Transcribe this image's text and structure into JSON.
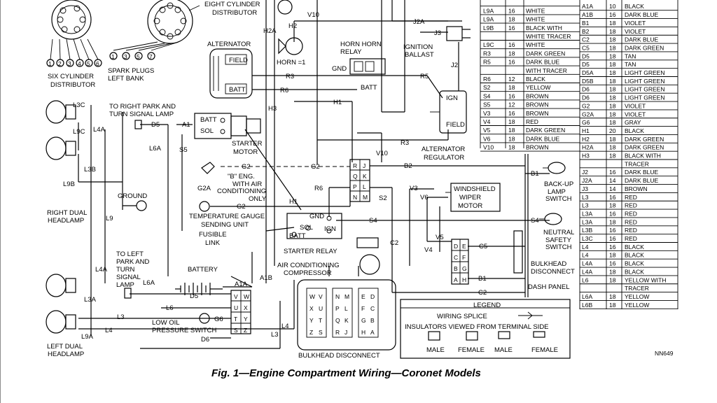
{
  "caption": "Fig. 1—Engine Compartment Wiring—Coronet Models",
  "figure_code": "NN649",
  "distributor_terminals_six": [
    "1",
    "2",
    "3",
    "4",
    "5",
    "6"
  ],
  "spark_plug_numbers": [
    "1",
    "3",
    "5",
    "7"
  ],
  "labels": [
    {
      "id": "eight-cyl",
      "text": "EIGHT CYLINDER"
    },
    {
      "id": "eight-cyl-2",
      "text": "DISTRIBUTOR"
    },
    {
      "id": "six-cyl",
      "text": "SIX CYLINDER"
    },
    {
      "id": "six-cyl-2",
      "text": "DISTRIBUTOR"
    },
    {
      "id": "spark-1",
      "text": "SPARK PLUGS"
    },
    {
      "id": "spark-2",
      "text": "LEFT BANK"
    },
    {
      "id": "alternator",
      "text": "ALTERNATOR"
    },
    {
      "id": "field",
      "text": "FIELD"
    },
    {
      "id": "batt-alt",
      "text": "BATT"
    },
    {
      "id": "h2a",
      "text": "H2A"
    },
    {
      "id": "h2",
      "text": "H2"
    },
    {
      "id": "v10-top",
      "text": "V10"
    },
    {
      "id": "horn-eq1",
      "text": "HORN =1"
    },
    {
      "id": "horn-relay-1",
      "text": "HORN  HORN"
    },
    {
      "id": "horn-relay-2",
      "text": "RELAY"
    },
    {
      "id": "gnd-relay",
      "text": "GND"
    },
    {
      "id": "batt-relay",
      "text": "BATT"
    },
    {
      "id": "r3-top",
      "text": "R3"
    },
    {
      "id": "r6-top",
      "text": "R6"
    },
    {
      "id": "h1-top",
      "text": "H1"
    },
    {
      "id": "h3",
      "text": "H3"
    },
    {
      "id": "j2a",
      "text": "J2A"
    },
    {
      "id": "j3",
      "text": "J3"
    },
    {
      "id": "j2",
      "text": "J2"
    },
    {
      "id": "ign-ballast-1",
      "text": "IGNITION"
    },
    {
      "id": "ign-ballast-2",
      "text": "BALLAST"
    },
    {
      "id": "r5",
      "text": "R5"
    },
    {
      "id": "ign",
      "text": "IGN"
    },
    {
      "id": "field-reg",
      "text": "FIELD"
    },
    {
      "id": "alt-reg-1",
      "text": "ALTERNATOR"
    },
    {
      "id": "alt-reg-2",
      "text": "REGULATOR"
    },
    {
      "id": "r3-mid",
      "text": "R3"
    },
    {
      "id": "v10-mid",
      "text": "V10"
    },
    {
      "id": "to-right-park-1",
      "text": "TO RIGHT PARK AND"
    },
    {
      "id": "to-right-park-2",
      "text": "TURN SIGNAL LAMP"
    },
    {
      "id": "l3c",
      "text": "L3C"
    },
    {
      "id": "l9c",
      "text": "L9C"
    },
    {
      "id": "l4a-top",
      "text": "L4A"
    },
    {
      "id": "l3b",
      "text": "L3B"
    },
    {
      "id": "l9b",
      "text": "L9B"
    },
    {
      "id": "d5-top",
      "text": "D5"
    },
    {
      "id": "a1-top",
      "text": "A1"
    },
    {
      "id": "l6a-top",
      "text": "L6A"
    },
    {
      "id": "s5",
      "text": "S5"
    },
    {
      "id": "batt-start",
      "text": "BATT"
    },
    {
      "id": "sol-start",
      "text": "SOL"
    },
    {
      "id": "starter-1",
      "text": "STARTER"
    },
    {
      "id": "starter-2",
      "text": "MOTOR"
    },
    {
      "id": "g2-dash",
      "text": "G2"
    },
    {
      "id": "g2-mid",
      "text": "G2"
    },
    {
      "id": "b2",
      "text": "B2"
    },
    {
      "id": "b-eng-1",
      "text": "\"B\" ENG."
    },
    {
      "id": "b-eng-2",
      "text": "WITH AIR"
    },
    {
      "id": "b-eng-3",
      "text": "CONDITIONING"
    },
    {
      "id": "b-eng-4",
      "text": "ONLY"
    },
    {
      "id": "g2a",
      "text": "G2A"
    },
    {
      "id": "g2-low",
      "text": "G2"
    },
    {
      "id": "r6-mid",
      "text": "R6"
    },
    {
      "id": "s2",
      "text": "S2"
    },
    {
      "id": "ground",
      "text": "GROUND"
    },
    {
      "id": "right-dual-1",
      "text": "RIGHT DUAL"
    },
    {
      "id": "right-dual-2",
      "text": "HEADLAMP"
    },
    {
      "id": "l9",
      "text": "L9"
    },
    {
      "id": "temp-1",
      "text": "TEMPERATURE GAUGE"
    },
    {
      "id": "temp-2",
      "text": "SENDING UNIT"
    },
    {
      "id": "fusible-1",
      "text": "FUSIBLE"
    },
    {
      "id": "fusible-2",
      "text": "LINK"
    },
    {
      "id": "h1-mid",
      "text": "H1"
    },
    {
      "id": "gnd-sr",
      "text": "GND"
    },
    {
      "id": "sol-sr",
      "text": "SOL"
    },
    {
      "id": "ign-sr",
      "text": "IGN"
    },
    {
      "id": "batt-sr",
      "text": "BATT"
    },
    {
      "id": "s4-mid",
      "text": "S4"
    },
    {
      "id": "starter-relay",
      "text": "STARTER RELAY"
    },
    {
      "id": "ac-1",
      "text": "AIR CONDITIONING"
    },
    {
      "id": "ac-2",
      "text": "COMPRESSOR"
    },
    {
      "id": "c2-mid",
      "text": "C2"
    },
    {
      "id": "to-left-1",
      "text": "TO LEFT"
    },
    {
      "id": "to-left-2",
      "text": "PARK AND"
    },
    {
      "id": "to-left-3",
      "text": "TURN"
    },
    {
      "id": "to-left-4",
      "text": "SIGNAL"
    },
    {
      "id": "to-left-5",
      "text": "LAMP"
    },
    {
      "id": "l4a-low",
      "text": "L4A"
    },
    {
      "id": "l6a-low",
      "text": "L6A"
    },
    {
      "id": "battery",
      "text": "BATTERY"
    },
    {
      "id": "a1a",
      "text": "A1A"
    },
    {
      "id": "a1b",
      "text": "A1B"
    },
    {
      "id": "d5-low",
      "text": "D5"
    },
    {
      "id": "l6",
      "text": "L6"
    },
    {
      "id": "l3a",
      "text": "L3A"
    },
    {
      "id": "l3",
      "text": "L3"
    },
    {
      "id": "l9a",
      "text": "L9A"
    },
    {
      "id": "l4",
      "text": "L4"
    },
    {
      "id": "g6",
      "text": "G6"
    },
    {
      "id": "l4-low",
      "text": "L4"
    },
    {
      "id": "l3-low",
      "text": "L3"
    },
    {
      "id": "low-oil-1",
      "text": "LOW OIL"
    },
    {
      "id": "low-oil-2",
      "text": "PRESSURE SWITCH"
    },
    {
      "id": "d6",
      "text": "D6"
    },
    {
      "id": "left-dual-1",
      "text": "LEFT DUAL"
    },
    {
      "id": "left-dual-2",
      "text": "HEADLAMP"
    },
    {
      "id": "bulkhead-disc",
      "text": "BULKHEAD DISCONNECT"
    },
    {
      "id": "v3",
      "text": "V3"
    },
    {
      "id": "v6",
      "text": "V6"
    },
    {
      "id": "wiper-1",
      "text": "WINDSHIELD"
    },
    {
      "id": "wiper-2",
      "text": "WIPER"
    },
    {
      "id": "wiper-3",
      "text": "MOTOR"
    },
    {
      "id": "v5",
      "text": "V5"
    },
    {
      "id": "v4",
      "text": "V4"
    },
    {
      "id": "c5",
      "text": "C5"
    },
    {
      "id": "b1-low",
      "text": "B1"
    },
    {
      "id": "c2-low",
      "text": "C2"
    },
    {
      "id": "b1-top",
      "text": "B1"
    },
    {
      "id": "s4-right",
      "text": "S4"
    },
    {
      "id": "backup-1",
      "text": "BACK-UP"
    },
    {
      "id": "backup-2",
      "text": "LAMP"
    },
    {
      "id": "backup-3",
      "text": "SWITCH"
    },
    {
      "id": "neutral-1",
      "text": "NEUTRAL"
    },
    {
      "id": "neutral-2",
      "text": "SAFETY"
    },
    {
      "id": "neutral-3",
      "text": "SWITCH"
    },
    {
      "id": "bulkhead-r1",
      "text": "BULKHEAD"
    },
    {
      "id": "bulkhead-r2",
      "text": "DISCONNECT"
    },
    {
      "id": "dash-panel",
      "text": "DASH PANEL"
    },
    {
      "id": "legend-title",
      "text": "LEGEND"
    },
    {
      "id": "legend-splice",
      "text": "WIRING SPLICE"
    },
    {
      "id": "legend-insul",
      "text": "INSULATORS VIEWED FROM TERMINAL SIDE"
    },
    {
      "id": "legend-male-1",
      "text": "MALE"
    },
    {
      "id": "legend-female-1",
      "text": "FEMALE"
    },
    {
      "id": "legend-male-2",
      "text": "MALE"
    },
    {
      "id": "legend-female-2",
      "text": "FEMALE"
    }
  ],
  "connector_cells": {
    "upper_bulkhead": [
      "R",
      "J",
      "Q",
      "K",
      "P",
      "L",
      "N",
      "M"
    ],
    "lower_left_bulkhead": [
      "V",
      "W",
      "U",
      "X",
      "T",
      "Y",
      "S",
      "Z"
    ],
    "right_bulkhead": [
      "D",
      "E",
      "C",
      "F",
      "B",
      "G",
      "A",
      "H"
    ],
    "detail_block_1": [
      "W",
      "V",
      "X",
      "U",
      "Y",
      "T",
      "Z",
      "S"
    ],
    "detail_block_2": [
      "N",
      "M",
      "P",
      "L",
      "Q",
      "K",
      "R",
      "J"
    ],
    "detail_block_3": [
      "E",
      "D",
      "F",
      "C",
      "G",
      "B",
      "H",
      "A"
    ]
  },
  "wire_table_left": [
    {
      "wire": "",
      "gauge": "",
      "color": ""
    },
    {
      "wire": "L9A",
      "gauge": "16",
      "color": "WHITE"
    },
    {
      "wire": "L9A",
      "gauge": "18",
      "color": "WHITE"
    },
    {
      "wire": "L9B",
      "gauge": "16",
      "color": "BLACK WITH"
    },
    {
      "wire": "",
      "gauge": "",
      "color": "WHITE TRACER"
    },
    {
      "wire": "L9C",
      "gauge": "16",
      "color": "WHITE"
    },
    {
      "wire": "R3",
      "gauge": "18",
      "color": "DARK GREEN"
    },
    {
      "wire": "R5",
      "gauge": "16",
      "color": "DARK BLUE"
    },
    {
      "wire": "",
      "gauge": "",
      "color": "WITH TRACER"
    },
    {
      "wire": "R6",
      "gauge": "12",
      "color": "BLACK"
    },
    {
      "wire": "S2",
      "gauge": "18",
      "color": "YELLOW"
    },
    {
      "wire": "S4",
      "gauge": "16",
      "color": "BROWN"
    },
    {
      "wire": "S5",
      "gauge": "12",
      "color": "BROWN"
    },
    {
      "wire": "V3",
      "gauge": "16",
      "color": "BROWN"
    },
    {
      "wire": "V4",
      "gauge": "18",
      "color": "RED"
    },
    {
      "wire": "V5",
      "gauge": "18",
      "color": "DARK GREEN"
    },
    {
      "wire": "V6",
      "gauge": "18",
      "color": "DARK BLUE"
    },
    {
      "wire": "V10",
      "gauge": "18",
      "color": "BROWN"
    }
  ],
  "wire_table_right": [
    {
      "wire": "A1A",
      "gauge": "10",
      "color": "BLACK"
    },
    {
      "wire": "A1B",
      "gauge": "16",
      "color": "DARK BLUE"
    },
    {
      "wire": "B1",
      "gauge": "18",
      "color": "VIOLET"
    },
    {
      "wire": "B2",
      "gauge": "18",
      "color": "VIOLET"
    },
    {
      "wire": "C2",
      "gauge": "18",
      "color": "DARK BLUE"
    },
    {
      "wire": "C5",
      "gauge": "18",
      "color": "DARK GREEN"
    },
    {
      "wire": "D5",
      "gauge": "18",
      "color": "TAN"
    },
    {
      "wire": "D5",
      "gauge": "18",
      "color": "TAN"
    },
    {
      "wire": "D5A",
      "gauge": "18",
      "color": "LIGHT GREEN"
    },
    {
      "wire": "D5B",
      "gauge": "18",
      "color": "LIGHT GREEN"
    },
    {
      "wire": "D6",
      "gauge": "18",
      "color": "LIGHT GREEN"
    },
    {
      "wire": "D6",
      "gauge": "18",
      "color": "LIGHT GREEN"
    },
    {
      "wire": "G2",
      "gauge": "18",
      "color": "VIOLET"
    },
    {
      "wire": "G2A",
      "gauge": "18",
      "color": "VIOLET"
    },
    {
      "wire": "G6",
      "gauge": "18",
      "color": "GRAY"
    },
    {
      "wire": "H1",
      "gauge": "20",
      "color": "BLACK"
    },
    {
      "wire": "H2",
      "gauge": "18",
      "color": "DARK GREEN"
    },
    {
      "wire": "H2A",
      "gauge": "18",
      "color": "DARK GREEN"
    },
    {
      "wire": "H3",
      "gauge": "18",
      "color": "BLACK WITH"
    },
    {
      "wire": "",
      "gauge": "",
      "color": "TRACER"
    },
    {
      "wire": "J2",
      "gauge": "16",
      "color": "DARK BLUE"
    },
    {
      "wire": "J2A",
      "gauge": "14",
      "color": "DARK BLUE"
    },
    {
      "wire": "J3",
      "gauge": "14",
      "color": "BROWN"
    },
    {
      "wire": "L3",
      "gauge": "16",
      "color": "RED"
    },
    {
      "wire": "L3",
      "gauge": "18",
      "color": "RED"
    },
    {
      "wire": "L3A",
      "gauge": "16",
      "color": "RED"
    },
    {
      "wire": "L3A",
      "gauge": "18",
      "color": "RED"
    },
    {
      "wire": "L3B",
      "gauge": "16",
      "color": "RED"
    },
    {
      "wire": "L3C",
      "gauge": "16",
      "color": "RED"
    },
    {
      "wire": "L4",
      "gauge": "16",
      "color": "BLACK"
    },
    {
      "wire": "L4",
      "gauge": "18",
      "color": "BLACK"
    },
    {
      "wire": "L4A",
      "gauge": "16",
      "color": "BLACK"
    },
    {
      "wire": "L4A",
      "gauge": "18",
      "color": "BLACK"
    },
    {
      "wire": "L6",
      "gauge": "18",
      "color": "YELLOW WITH"
    },
    {
      "wire": "",
      "gauge": "",
      "color": "TRACER"
    },
    {
      "wire": "L6A",
      "gauge": "18",
      "color": "YELLOW"
    },
    {
      "wire": "L6B",
      "gauge": "18",
      "color": "YELLOW"
    }
  ]
}
